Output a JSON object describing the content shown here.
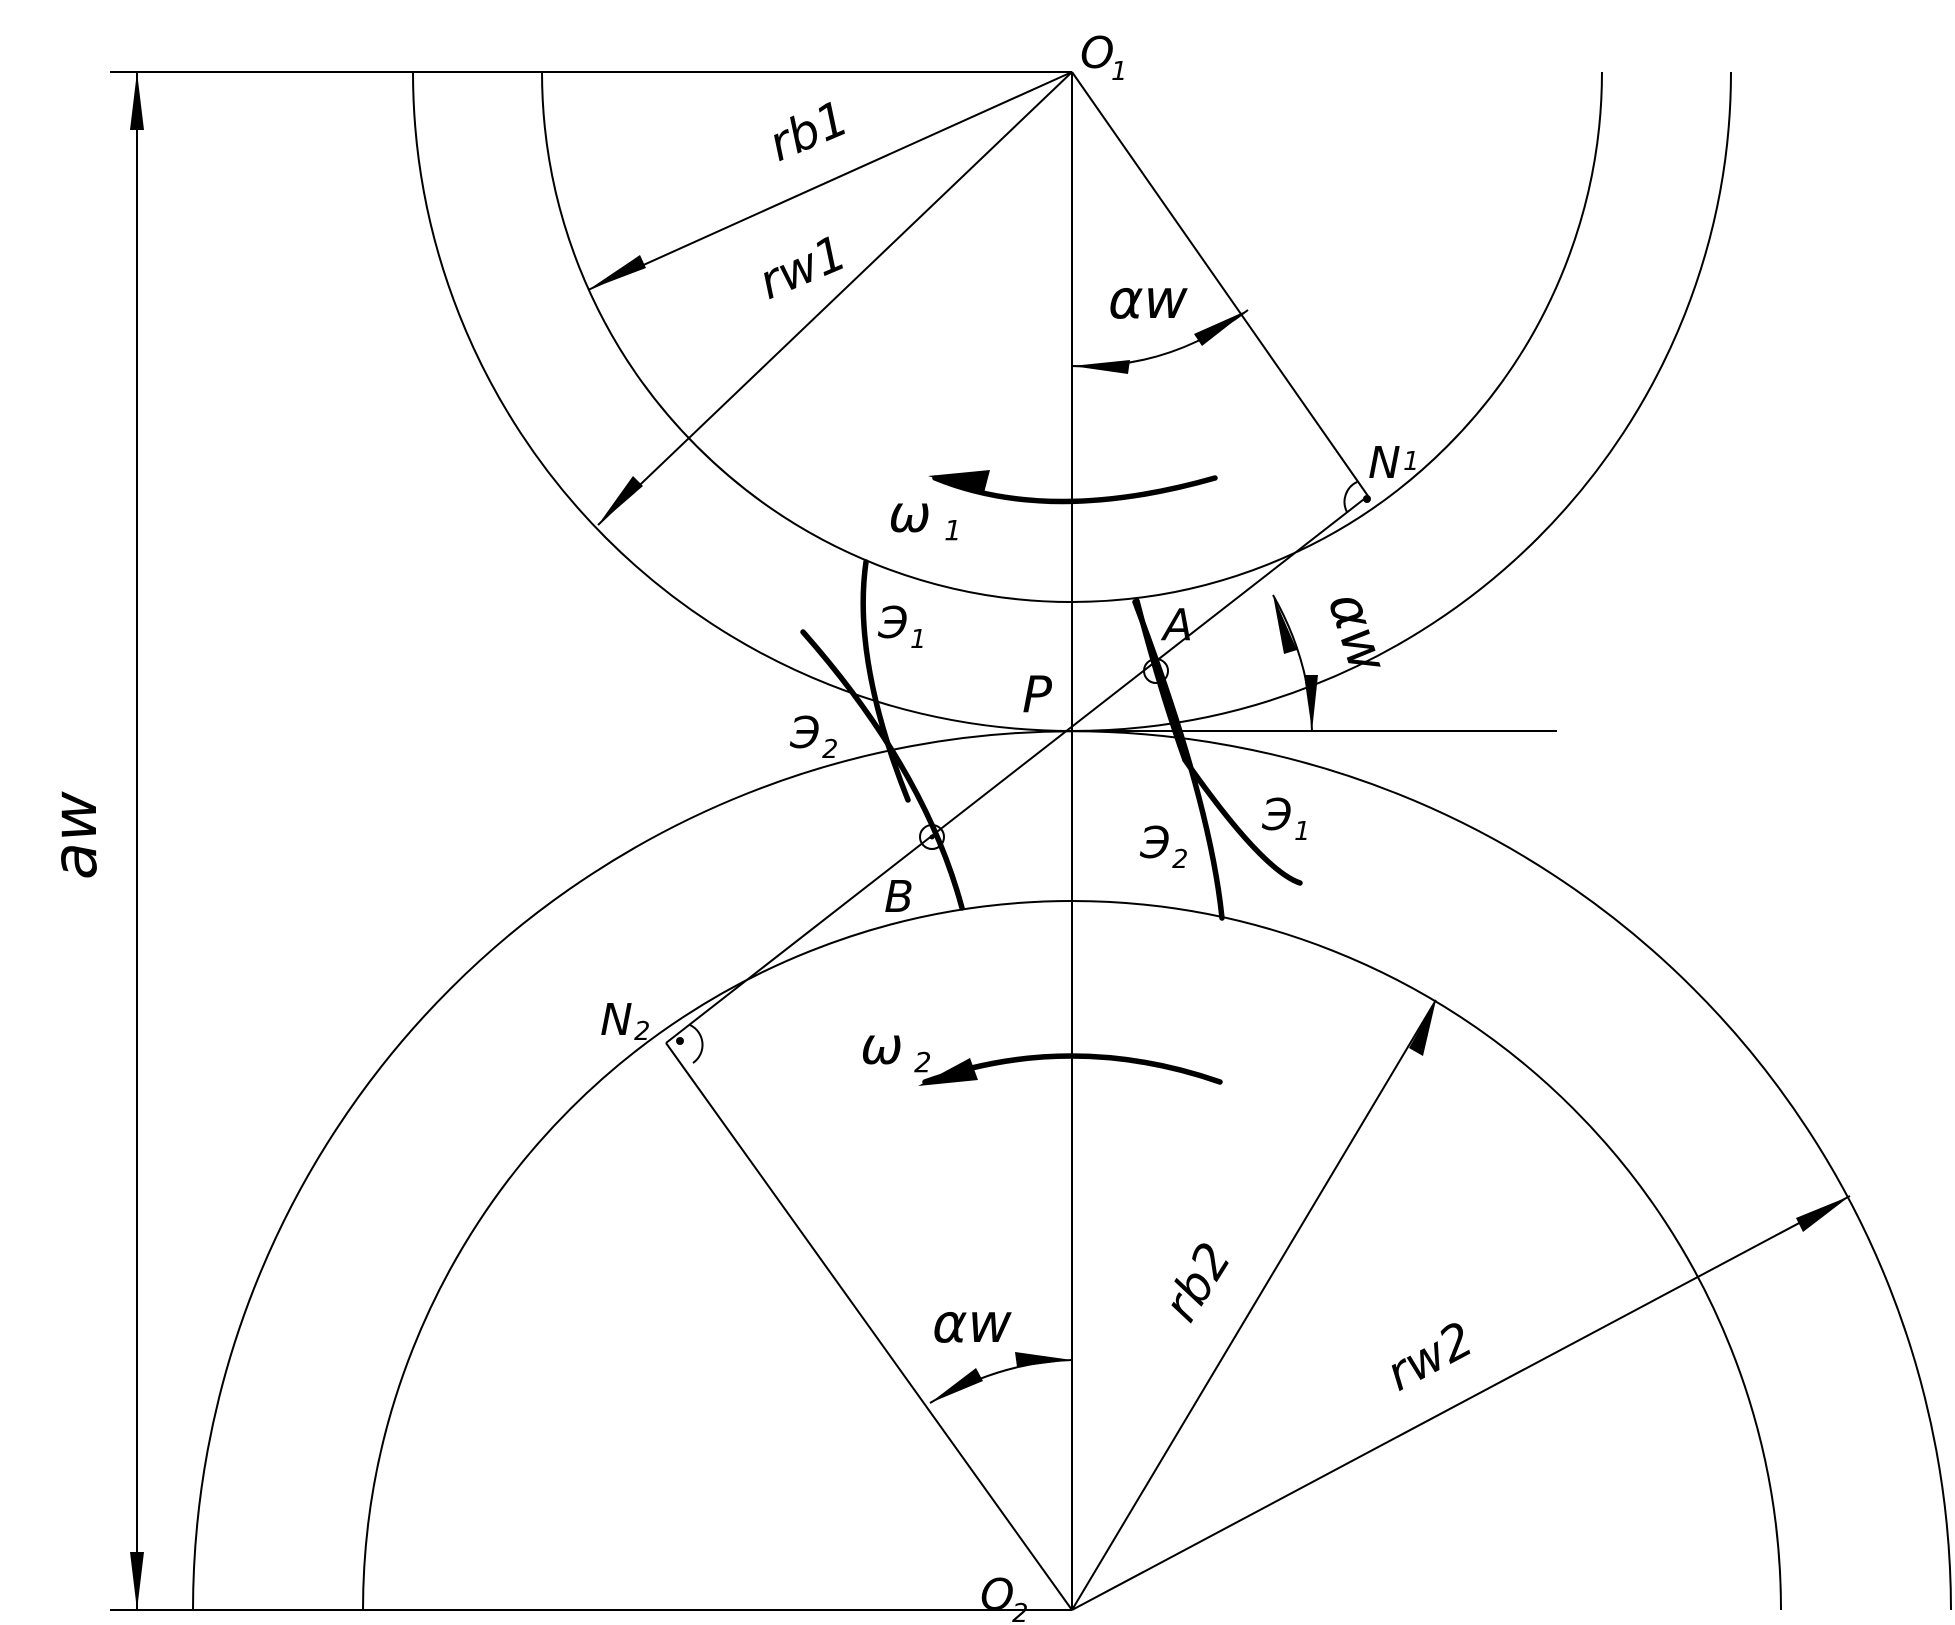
{
  "labels": {
    "o1": "O",
    "o1_sub": "1",
    "o2": "O",
    "o2_sub": "2",
    "n1": "N",
    "n1_sub": "1",
    "n2": "N",
    "n2_sub": "2",
    "p": "P",
    "a": "A",
    "b": "B",
    "rb1": "rb1",
    "rw1": "rw1",
    "rb2": "rb2",
    "rw2": "rw2",
    "aw_dim": "aw",
    "alpha_w": "αw",
    "omega": "ω",
    "omega1_sub": "1",
    "omega2_sub": "2",
    "e": "Э",
    "e1_sub": "1",
    "e2_sub": "2"
  },
  "colors": {
    "line": "#000000",
    "background": "#ffffff"
  }
}
